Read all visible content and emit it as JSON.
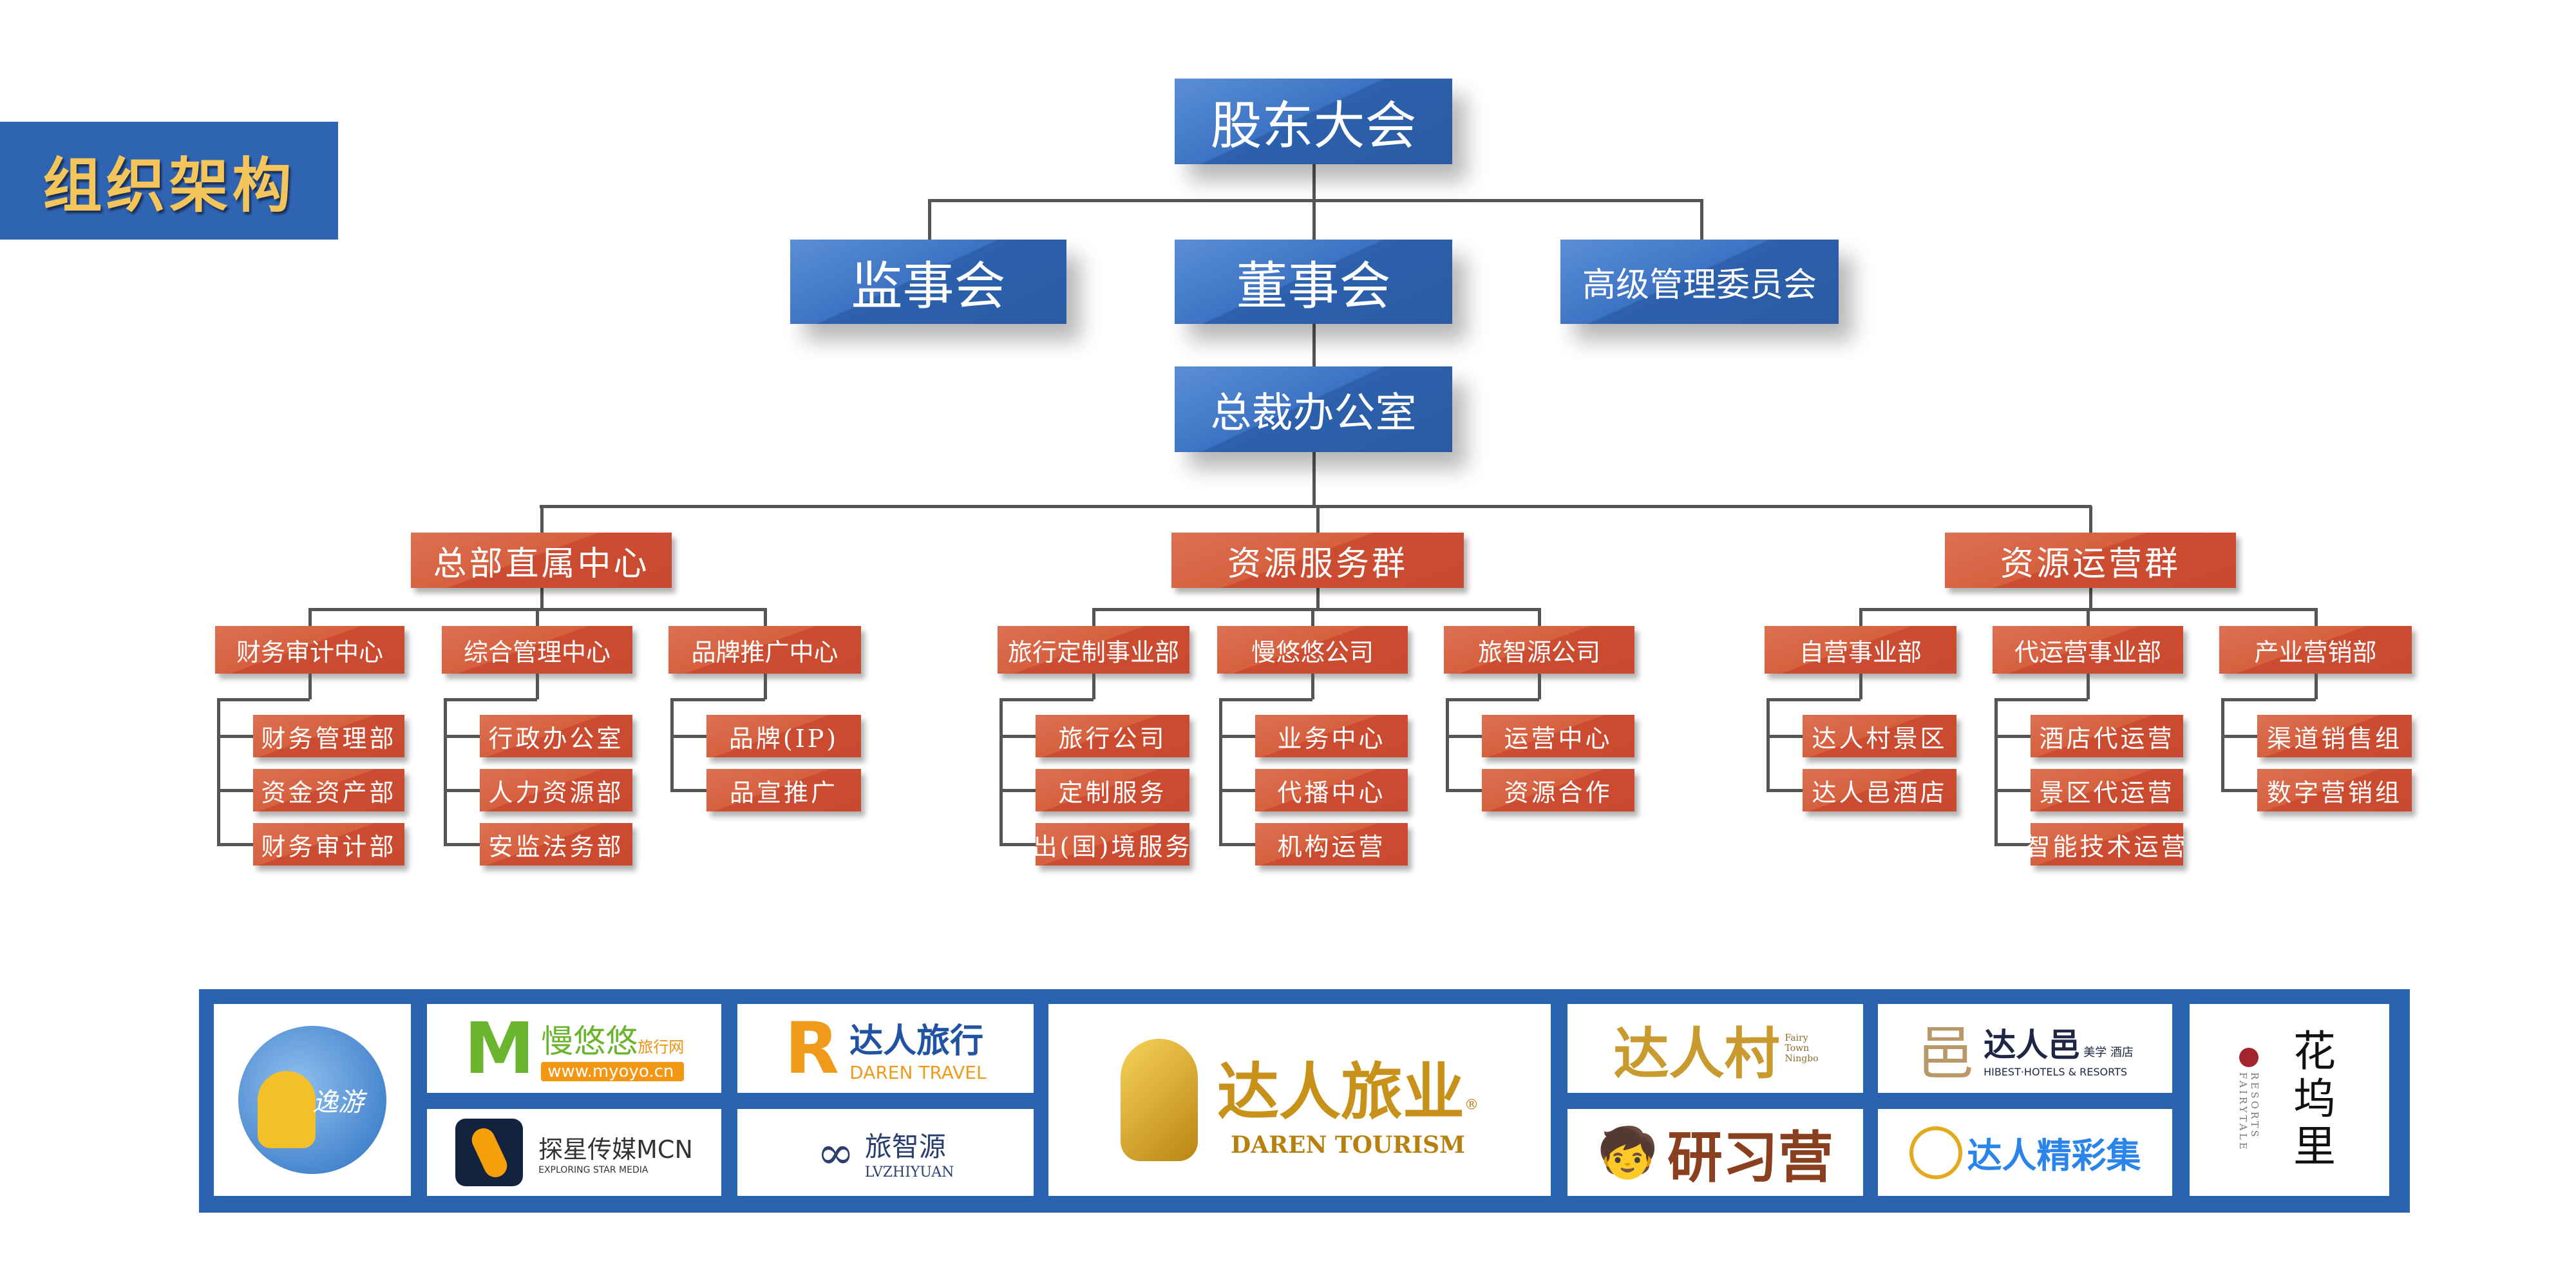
{
  "title": "组织架构",
  "org": {
    "root": "股东大会",
    "board_level": [
      "监事会",
      "董事会",
      "高级管理委员会"
    ],
    "ceo": "总裁办公室",
    "groups": [
      {
        "label": "总部直属中心",
        "centers": [
          {
            "label": "财务审计中心",
            "units": [
              "财务管理部",
              "资金资产部",
              "财务审计部"
            ]
          },
          {
            "label": "综合管理中心",
            "units": [
              "行政办公室",
              "人力资源部",
              "安监法务部"
            ]
          },
          {
            "label": "品牌推广中心",
            "units": [
              "品牌(IP)",
              "品宣推广"
            ]
          }
        ]
      },
      {
        "label": "资源服务群",
        "centers": [
          {
            "label": "旅行定制事业部",
            "units": [
              "旅行公司",
              "定制服务",
              "出(国)境服务"
            ]
          },
          {
            "label": "慢悠悠公司",
            "units": [
              "业务中心",
              "代播中心",
              "机构运营"
            ]
          },
          {
            "label": "旅智源公司",
            "units": [
              "运营中心",
              "资源合作"
            ]
          }
        ]
      },
      {
        "label": "资源运营群",
        "centers": [
          {
            "label": "自营事业部",
            "units": [
              "达人村景区",
              "达人邑酒店"
            ]
          },
          {
            "label": "代运营事业部",
            "units": [
              "酒店代运营",
              "景区代运营",
              "智能技术运营"
            ]
          },
          {
            "label": "产业营销部",
            "units": [
              "渠道销售组",
              "数字营销组"
            ]
          }
        ]
      }
    ]
  },
  "logos": {
    "yiyou": "逸游",
    "manyouyou": {
      "name": "慢悠悠",
      "suffix": "旅行网",
      "url": "www.myoyo.cn"
    },
    "tanxing": {
      "name": "探星传媒MCN",
      "sub": "EXPLORING STAR MEDIA"
    },
    "daren_travel": {
      "name": "达人旅行",
      "sub": "DAREN TRAVEL"
    },
    "lvzhiyuan": {
      "name": "旅智源",
      "sub": "LVZHIYUAN"
    },
    "daren_tourism": {
      "name": "达人旅业",
      "sub": "DAREN TOURISM",
      "mark": "®"
    },
    "darencun": {
      "name": "达人村",
      "sub": "Fairy Town Ningbo"
    },
    "yanxiying": "研习营",
    "darenyi": {
      "name": "达人邑",
      "tag": "美学 酒店",
      "sub": "HIBEST·HOTELS & RESORTS"
    },
    "jingcaiji": "达人精彩集",
    "huawuli": {
      "name": "花坞里",
      "sub1": "FAIRYTALE",
      "sub2": "RESORTS"
    }
  }
}
